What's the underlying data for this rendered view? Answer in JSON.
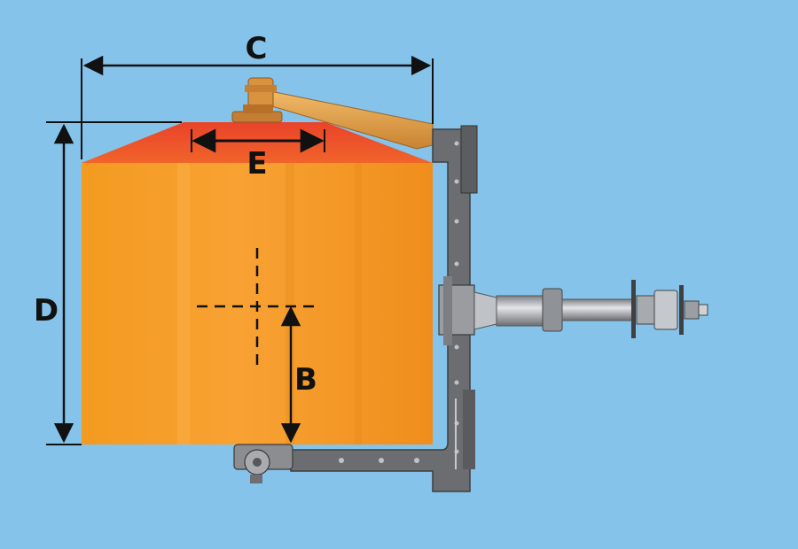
{
  "colors": {
    "background": "#86c3ea",
    "tank_body": "#f49a22",
    "tank_roof": "#ec4f2a",
    "steel": "#6e6e70",
    "shaft": "#b9bcc0",
    "boom": "#e3a14a",
    "dimension_line": "#111111"
  },
  "dimensions": {
    "c_label": "C",
    "e_label": "E",
    "d_label": "D",
    "b_label": "B"
  }
}
